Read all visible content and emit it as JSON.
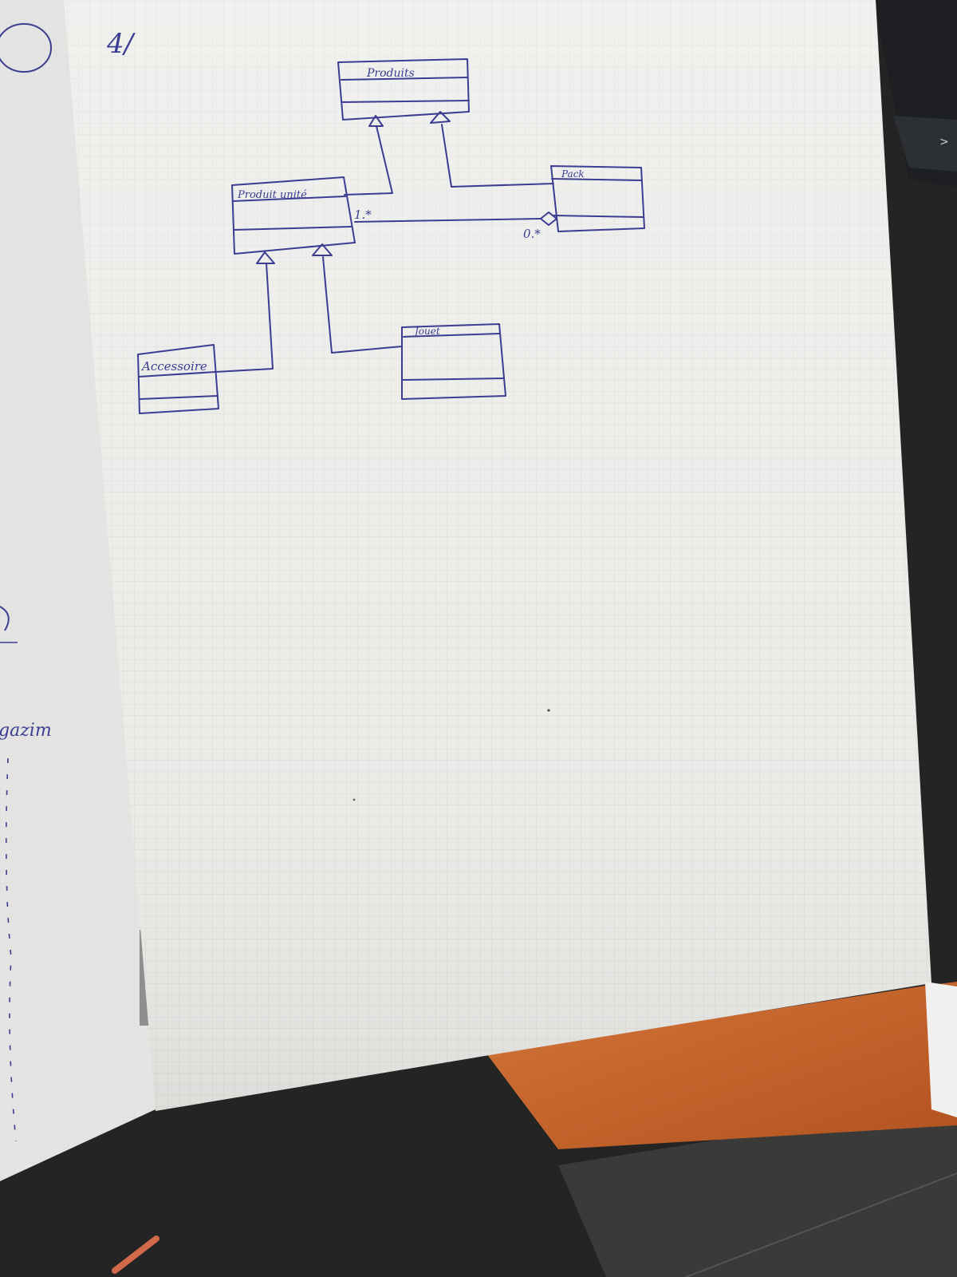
{
  "diagram": {
    "page_number": "4/",
    "classes": {
      "produits": {
        "name": "Produits"
      },
      "produit_unite": {
        "name": "Produit unité"
      },
      "pack": {
        "name": "Pack"
      },
      "accessoire": {
        "name": "Accessoire"
      },
      "jouet": {
        "name": "Jouet"
      }
    },
    "association": {
      "multiplicity_produit_unite": "1.*",
      "multiplicity_pack": "0.*"
    }
  },
  "background_notes": {
    "left_page_word": "gazim"
  },
  "colors": {
    "ink": "#3b3d92",
    "paper": "#ebebe8",
    "desk": "#c9662d"
  }
}
